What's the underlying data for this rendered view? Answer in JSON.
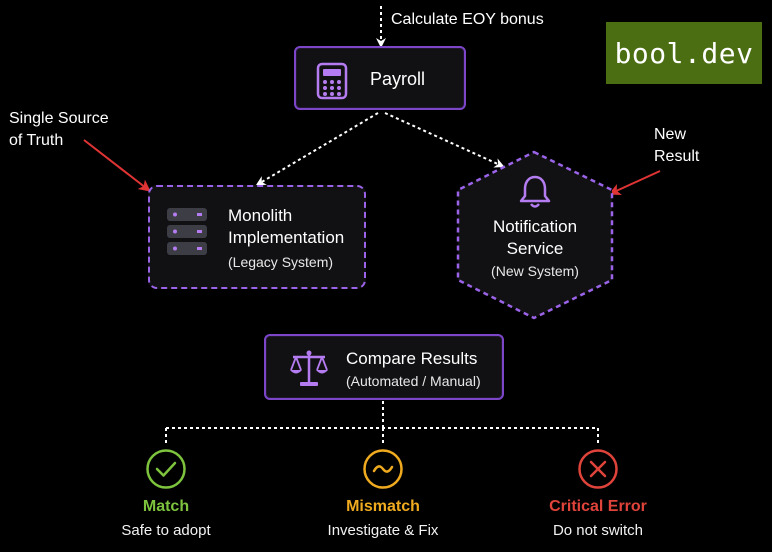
{
  "colors": {
    "background": "#000000",
    "accent": "#9a63e8",
    "arrow": "#e03434",
    "match": "#7dc33d",
    "mismatch": "#efaa1f",
    "error": "#e0433a",
    "logo_bg": "#4b6e12"
  },
  "trigger": {
    "label": "Calculate EOY bonus"
  },
  "payroll": {
    "label": "Payroll",
    "icon": "calculator-icon"
  },
  "monolith": {
    "title_line1": "Monolith",
    "title_line2": "Implementation",
    "subtitle": "(Legacy System)",
    "icon": "server-stack-icon"
  },
  "notification": {
    "title_line1": "Notification",
    "title_line2": "Service",
    "subtitle": "(New System)",
    "icon": "bell-icon"
  },
  "compare": {
    "title": "Compare Results",
    "subtitle": "(Automated / Manual)",
    "icon": "scales-icon"
  },
  "annotations": {
    "left": "Single Source\nof Truth",
    "right": "New\nResult"
  },
  "outcomes": [
    {
      "title": "Match",
      "subtitle": "Safe to adopt",
      "icon": "check-icon",
      "color": "#7dc33d"
    },
    {
      "title": "Mismatch",
      "subtitle": "Investigate & Fix",
      "icon": "tilde-icon",
      "color": "#efaa1f"
    },
    {
      "title": "Critical Error",
      "subtitle": "Do not switch",
      "icon": "x-icon",
      "color": "#e0433a"
    }
  ],
  "logo": {
    "text": "bool.dev"
  }
}
